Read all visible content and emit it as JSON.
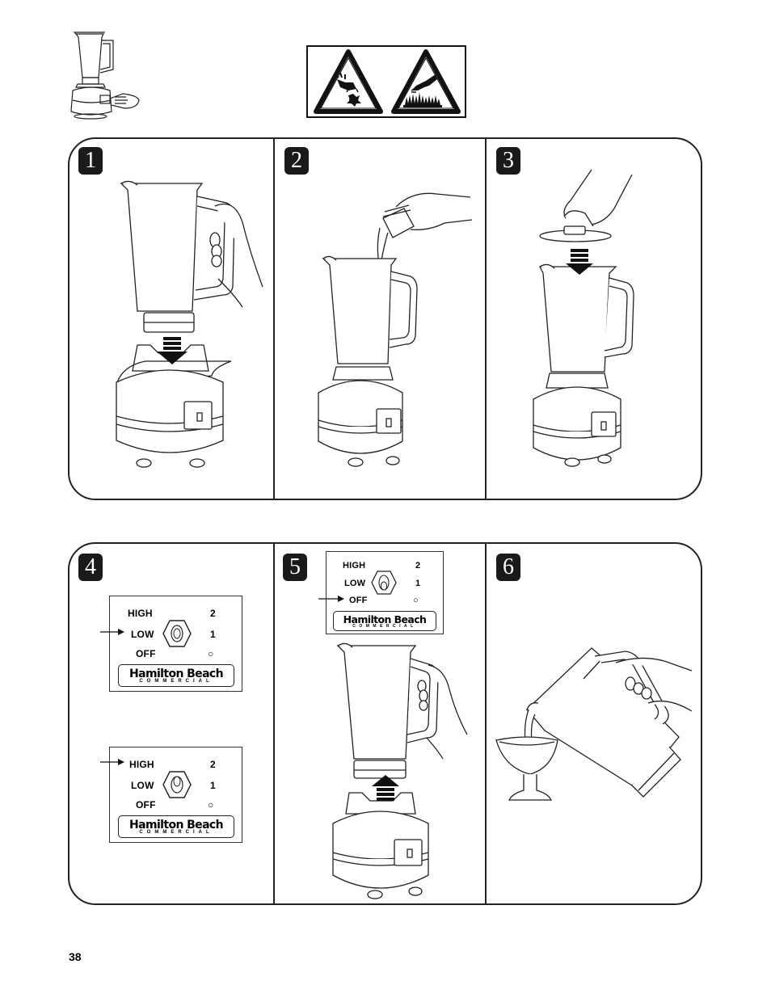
{
  "page_number": "38",
  "steps": [
    "1",
    "2",
    "3",
    "4",
    "5",
    "6"
  ],
  "switch_panel": {
    "high": "HIGH",
    "low": "LOW",
    "off": "OFF",
    "high_num": "2",
    "low_num": "1",
    "brand": "Hamilton Beach",
    "brand_sub": "COMMERCIAL"
  },
  "warning_icons": [
    "blade-hazard-icon",
    "hot-surface-hazard-icon"
  ],
  "switch_positions": {
    "step4_top": "LOW",
    "step4_bottom": "HIGH",
    "step5": "OFF"
  }
}
